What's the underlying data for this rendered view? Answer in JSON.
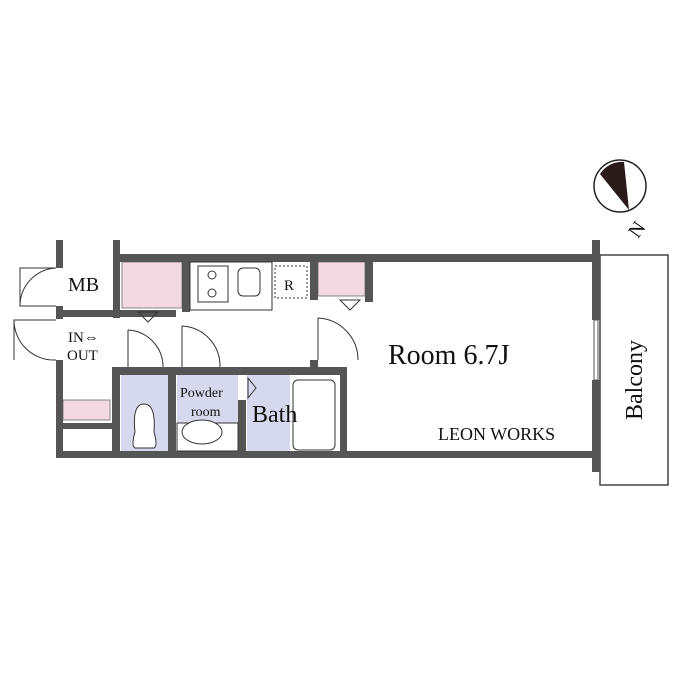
{
  "labels": {
    "mb": "MB",
    "entrance_in": "IN⇔",
    "entrance_out": "OUT",
    "refrigerator": "R",
    "room": "Room 6.7J",
    "powder_line1": "Powder",
    "powder_line2": "room",
    "bath": "Bath",
    "balcony": "Balcony",
    "brand": "LEON WORKS",
    "compass": "N"
  },
  "colors": {
    "wall": "#555555",
    "closet": "#f2d9e2",
    "wet_area": "#d6d8ee"
  }
}
